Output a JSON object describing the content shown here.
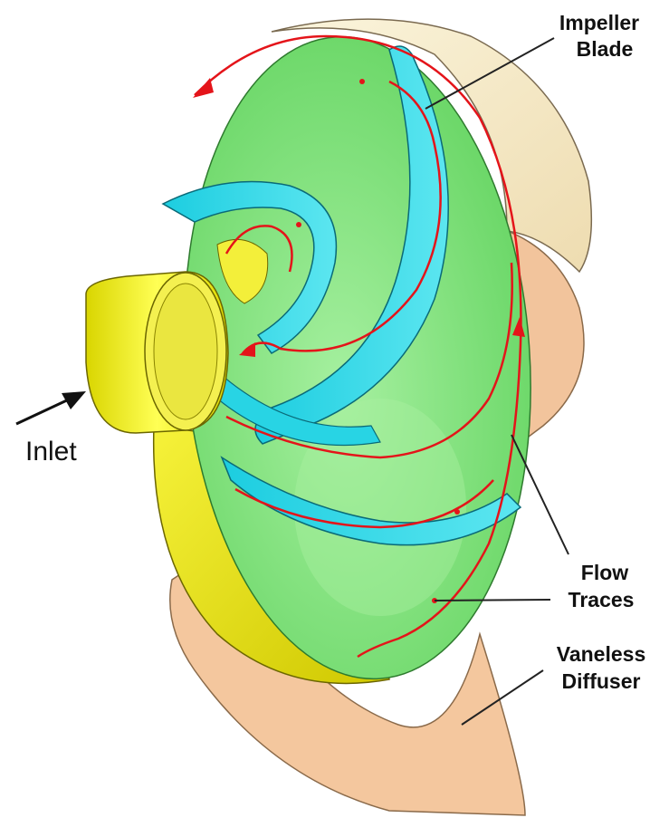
{
  "labels": {
    "impeller_line1": "Impeller",
    "impeller_line2": "Blade",
    "flow_line1": "Flow",
    "flow_line2": "Traces",
    "diffuser_line1": "Vaneless",
    "diffuser_line2": "Diffuser",
    "inlet": "Inlet"
  },
  "colors": {
    "background": "#ffffff",
    "impeller_disc": "#7fe07a",
    "impeller_blade": "#2ad8e6",
    "inlet_pipe": "#f2ee1f",
    "diffuser": "#f4c79e",
    "shroud": "#f7ecc9",
    "flow_trace": "#e4141a",
    "leader_line": "#222222"
  }
}
